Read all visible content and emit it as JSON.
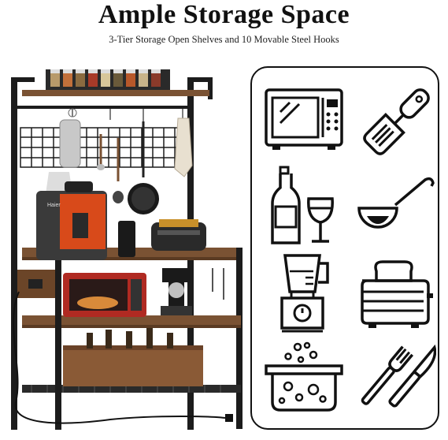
{
  "header": {
    "title": "Ample Storage Space",
    "subtitle": "3-Tier Storage Open Shelves and 10 Movable Steel Hooks"
  },
  "product_image": {
    "appliance_brand": "Haier"
  },
  "icons": [
    {
      "name": "microwave-icon"
    },
    {
      "name": "spatula-icon"
    },
    {
      "name": "wine-bottle-glass-icon"
    },
    {
      "name": "ladle-icon"
    },
    {
      "name": "blender-icon"
    },
    {
      "name": "toaster-icon"
    },
    {
      "name": "cooking-pot-icon"
    },
    {
      "name": "fork-knife-icon"
    }
  ],
  "colors": {
    "frame": "#1c1c1c",
    "wood": "#7a5233",
    "wood_dark": "#5a3a22",
    "outline": "#111111"
  }
}
